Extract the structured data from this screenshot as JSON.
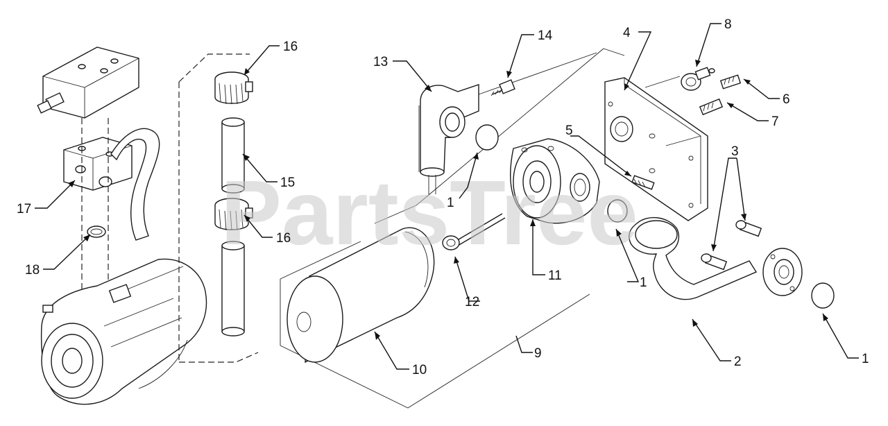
{
  "watermark": "PartsTree",
  "callouts": {
    "c1a": "1",
    "c1b": "1",
    "c1c": "1",
    "c2": "2",
    "c3": "3",
    "c4": "4",
    "c5": "5",
    "c6": "6",
    "c7": "7",
    "c8": "8",
    "c9": "9",
    "c10": "10",
    "c11": "11",
    "c12": "12",
    "c13": "13",
    "c14": "14",
    "c15": "15",
    "c16a": "16",
    "c16b": "16",
    "c17": "17",
    "c18": "18"
  }
}
